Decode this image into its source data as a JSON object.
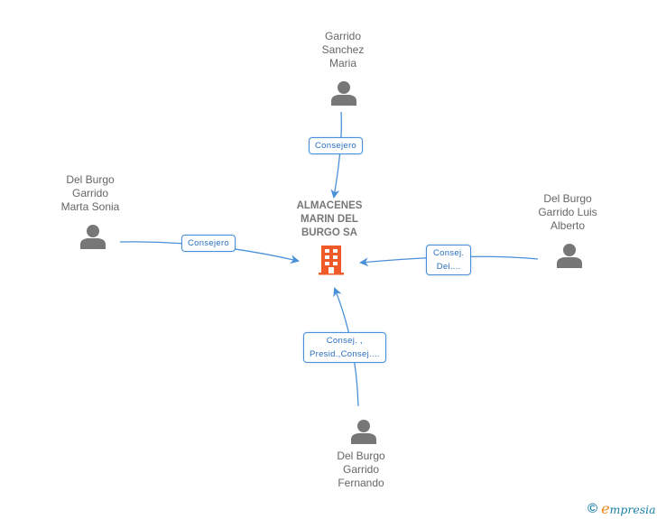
{
  "company": {
    "name_lines": [
      "ALMACENES",
      "MARIN DEL",
      "BURGO SA"
    ],
    "icon": "building-icon",
    "color": "#f05a28"
  },
  "persons": [
    {
      "id": "top",
      "name_lines": [
        "Garrido",
        "Sanchez",
        "Maria"
      ],
      "icon": "person-icon"
    },
    {
      "id": "left",
      "name_lines": [
        "Del Burgo",
        "Garrido",
        "Marta Sonia"
      ],
      "icon": "person-icon"
    },
    {
      "id": "right",
      "name_lines": [
        "Del Burgo",
        "Garrido Luis",
        "Alberto"
      ],
      "icon": "person-icon"
    },
    {
      "id": "bottom",
      "name_lines": [
        "Del Burgo",
        "Garrido",
        "Fernando"
      ],
      "icon": "person-icon"
    }
  ],
  "relations": [
    {
      "from": "top",
      "label_lines": [
        "Consejero"
      ]
    },
    {
      "from": "left",
      "label_lines": [
        "Consejero"
      ]
    },
    {
      "from": "right",
      "label_lines": [
        "Consej.",
        "Del...."
      ]
    },
    {
      "from": "bottom",
      "label_lines": [
        "Consej. ,",
        "Presid.,Consej...."
      ]
    }
  ],
  "footer": {
    "copyright_symbol": "©",
    "brand_initial": "e",
    "brand_rest": "mpresia"
  },
  "colors": {
    "edge": "#4a90d9",
    "person": "#777777",
    "text": "#666666"
  }
}
